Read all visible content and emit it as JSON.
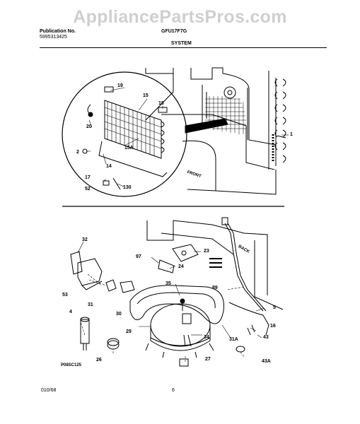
{
  "watermark": "AppliancePartsPros.com",
  "header": {
    "publication_label": "Publication No.",
    "publication_number": "5995313425",
    "model": "GFU17F7G",
    "section_title": "SYSTEM"
  },
  "callouts": {
    "c19": "19",
    "c15": "15",
    "c18": "18",
    "c20": "20",
    "c2": "2",
    "c15A": "15A",
    "c14": "14",
    "c17": "17",
    "c52": "52",
    "c130": "130",
    "c1": "1",
    "c32": "32",
    "c97": "97",
    "c23": "23",
    "c24": "24",
    "c53": "53",
    "c31": "31",
    "c35": "35",
    "c30": "30",
    "c4": "4",
    "c29": "29",
    "c34": "34",
    "c31A": "31A",
    "c5": "5",
    "c89": "89",
    "c43": "43",
    "c16": "16",
    "c26": "26",
    "c27": "27",
    "c43A": "43A"
  },
  "labels": {
    "front": "FRONT",
    "back": "BACK",
    "figure_code": "P08SC125"
  },
  "footer": {
    "date": "010/68",
    "page": "6"
  }
}
